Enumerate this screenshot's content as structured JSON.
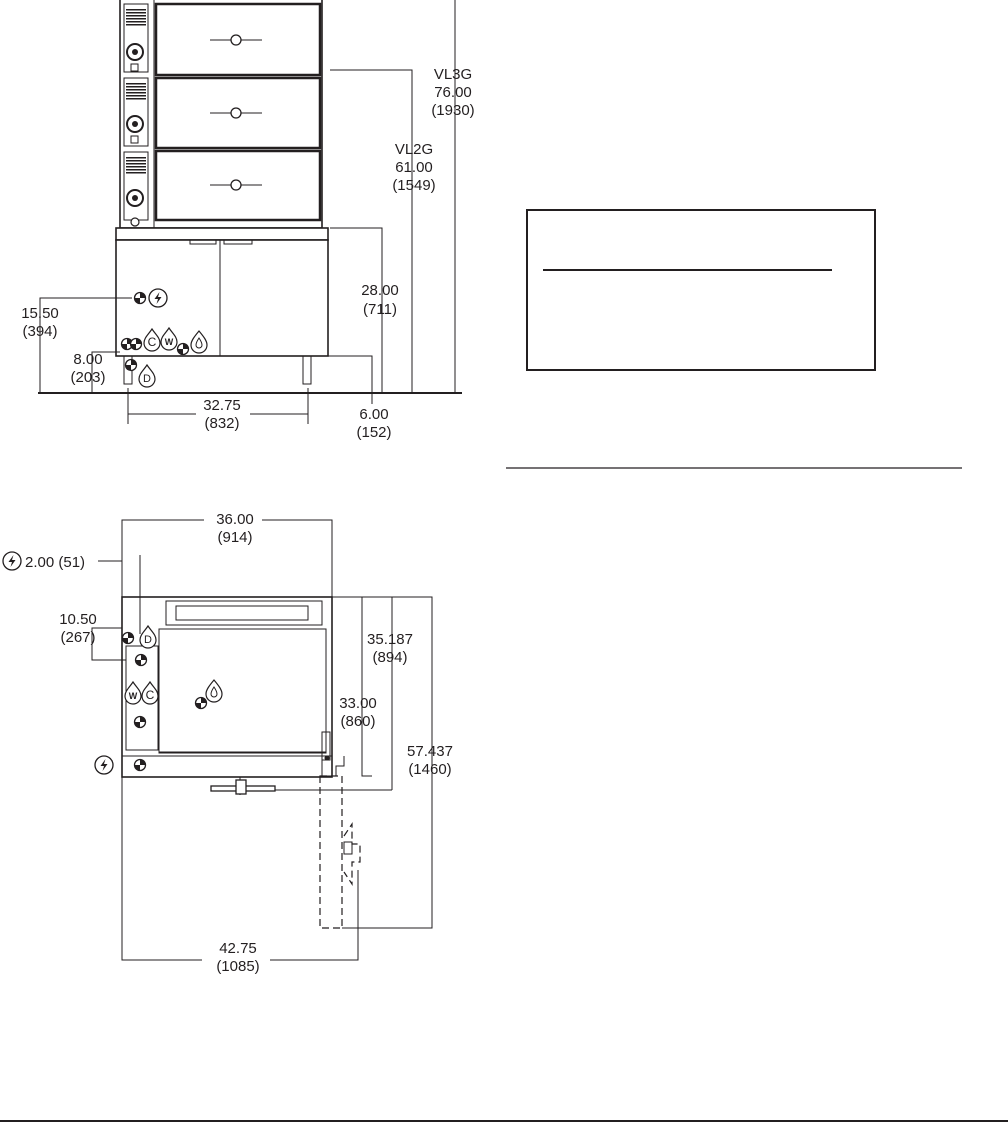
{
  "front_view": {
    "models": [
      {
        "model": "VL3G",
        "height_in": "76.00",
        "height_mm": "(1930)"
      },
      {
        "model": "VL2G",
        "height_in": "61.00",
        "height_mm": "(1549)"
      }
    ],
    "dims": {
      "base_height": {
        "in": "28.00",
        "mm": "(711)"
      },
      "electric_height": {
        "in": "15.50",
        "mm": "(394)"
      },
      "drain_height": {
        "in": "8.00",
        "mm": "(203)"
      },
      "leg_spacing": {
        "in": "32.75",
        "mm": "(832)"
      },
      "leg_height": {
        "in": "6.00",
        "mm": "(152)"
      }
    },
    "compartments": 3,
    "connection_icons": [
      "electric-icon",
      "cold-water-icon",
      "water-icon",
      "gas-icon",
      "drain-icon"
    ]
  },
  "top_view": {
    "dims": {
      "width": {
        "in": "36.00",
        "mm": "(914)"
      },
      "electric_offset": {
        "label": "2.00 (51)"
      },
      "drain_offset": {
        "in": "10.50",
        "mm": "(267)"
      },
      "depth_body": {
        "in": "35.187",
        "mm": "(894)"
      },
      "depth_cabinet": {
        "in": "33.00",
        "mm": "(860)"
      },
      "depth_door_open": {
        "in": "57.437",
        "mm": "(1460)"
      },
      "width_door_open": {
        "in": "42.75",
        "mm": "(1085)"
      }
    }
  },
  "ui": {
    "colors": {
      "ink": "#231f20",
      "paper": "#ffffff"
    }
  }
}
